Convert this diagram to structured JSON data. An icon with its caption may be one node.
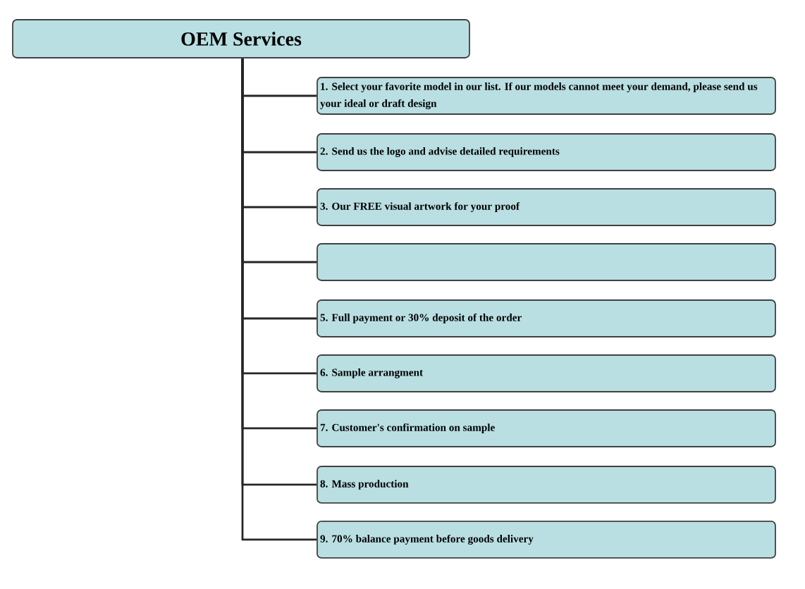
{
  "diagram": {
    "nodes": [
      {
        "text": [
          "OEM Services"
        ]
      },
      {
        "text": [
          "1. Select your favorite model in our list. If our models cannot meet your demand, please send us your ideal or draft design"
        ]
      },
      {
        "text": [
          "2. Send us the logo and advise detailed requirements"
        ]
      },
      {
        "text": [
          "3. Our FREE visual artwork for your proof"
        ]
      },
      {
        "text": [],
        "shape": "box"
      },
      {
        "text": [
          "5. Full payment or 30% deposit of the order"
        ]
      },
      {
        "text": [
          "6. Sample arrangment"
        ]
      },
      {
        "text": [
          "7. Customer's confirmation on sample"
        ]
      },
      {
        "text": [
          "8. Mass production"
        ]
      },
      {
        "text": [
          "9. 70% balance payment before goods delivery"
        ]
      }
    ],
    "edges": [
      {
        "from": 0,
        "to": 1,
        "arrow": "none"
      },
      {
        "from": 0,
        "to": 2,
        "arrow": "none"
      },
      {
        "from": 0,
        "to": 3,
        "arrow": "none"
      },
      {
        "from": 0,
        "to": 4,
        "arrow": "none"
      },
      {
        "from": 0,
        "to": 5,
        "arrow": "none"
      },
      {
        "from": 0,
        "to": 6,
        "arrow": "none"
      },
      {
        "from": 0,
        "to": 7,
        "arrow": "none"
      },
      {
        "from": 0,
        "to": 8,
        "arrow": "none"
      },
      {
        "from": 0,
        "to": 9,
        "arrow": "none"
      }
    ]
  }
}
